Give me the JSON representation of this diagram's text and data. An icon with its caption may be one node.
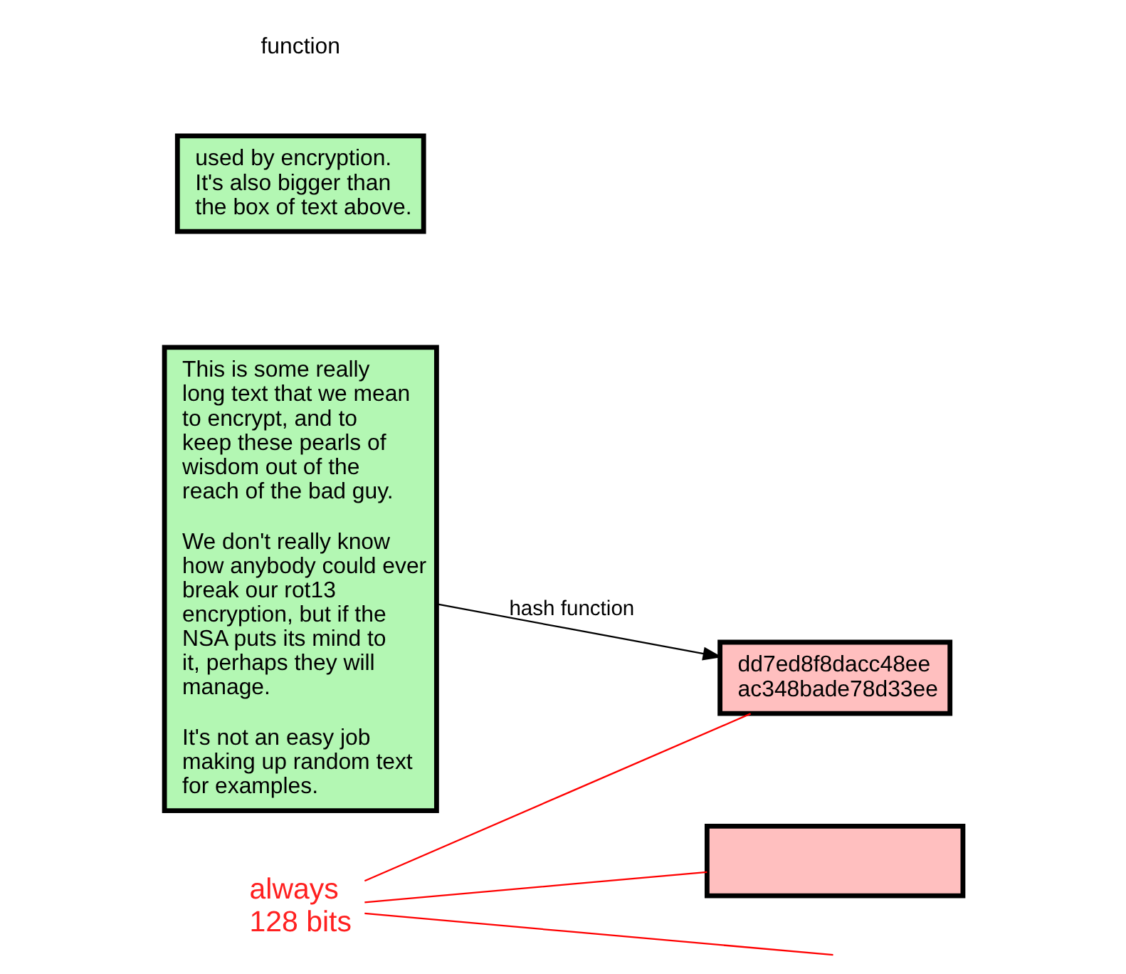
{
  "diagram": {
    "nodes": [
      {
        "text": [
          "used by encryption. It's also bigger than the box of text above."
        ]
      },
      {
        "text": [],
        "shape": "box"
      },
      {
        "text": [
          "always 128 bits"
        ]
      },
      {
        "text": [
          "This is some really long text that we mean to encrypt, and to keep these pearls of wisdom out of the reach of the bad guy.",
          "We don't really know how anybody could ever break our rot13 encryption, but if the NSA puts its mind to it, perhaps they will manage.",
          "It's not an easy job making up random text for examples."
        ]
      },
      {
        "text": [
          "dd7ed8f8dacc48ee ac348bade78d33ee"
        ]
      }
    ],
    "edges": [
      {
        "from": 2,
        "to": 1,
        "arrow": "none",
        "color": "#ff0000"
      },
      {
        "from": 2,
        "to": null,
        "arrow": "none",
        "color": "#ff0000"
      },
      {
        "from": 3,
        "to": 4,
        "arrow": "to",
        "label": "hash function",
        "color": "#000000"
      },
      {
        "from": 2,
        "to": 4,
        "arrow": "none",
        "color": "#ff0000"
      }
    ],
    "labels": [
      "function"
    ]
  }
}
